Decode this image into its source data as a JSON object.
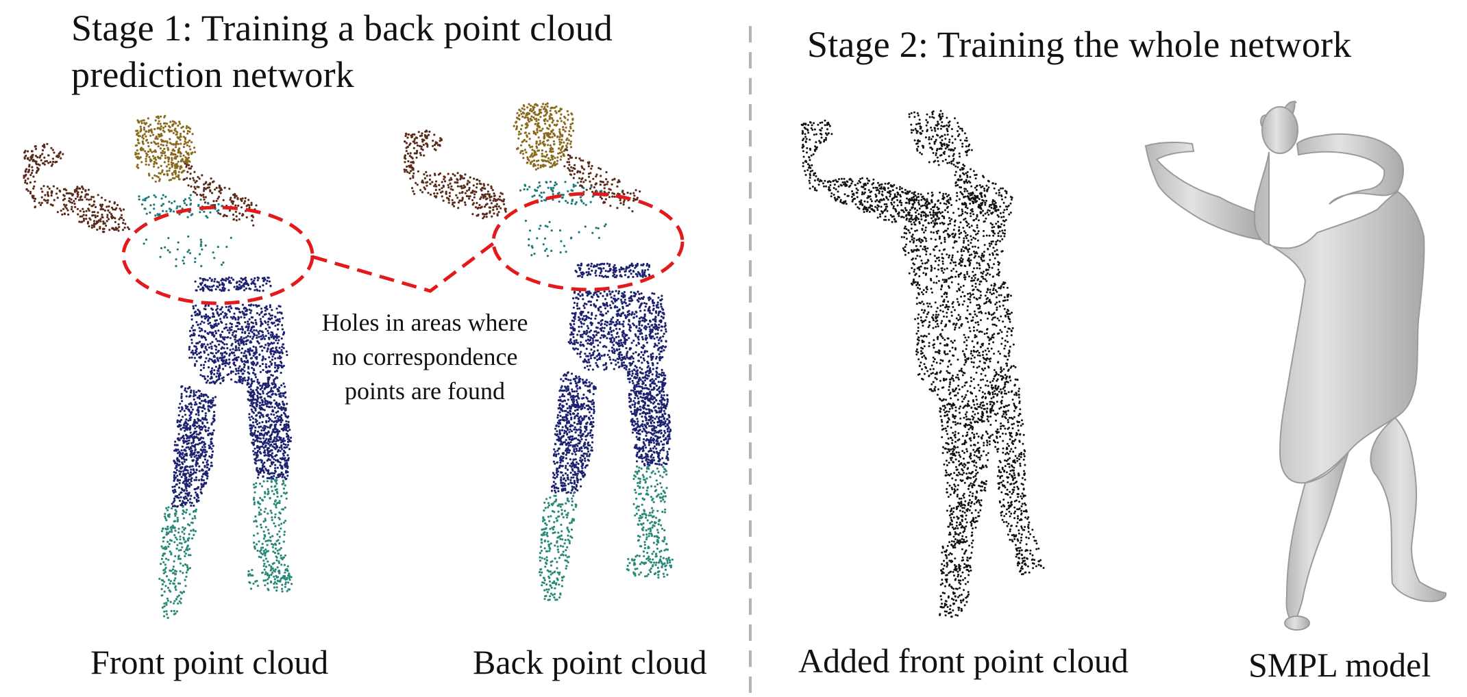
{
  "stage1": {
    "title_line1": "Stage 1: Training  a back point  cloud",
    "title_line2": "prediction network"
  },
  "stage2": {
    "title": "Stage 2: Training  the whole network"
  },
  "captions": {
    "front": "Front point cloud",
    "back": "Back point cloud",
    "added_front": "Added  front point cloud",
    "smpl": "SMPL  model"
  },
  "annotation": {
    "line1": "Holes in areas where",
    "line2": "no correspondence",
    "line3": "points are found"
  },
  "colors": {
    "divider": "#b4b4b4",
    "highlight": "#e31a1c",
    "head": "#8a6a1e",
    "arm": "#5a2a1a",
    "torso": "#1e7a7a",
    "legs": "#1c2270",
    "feet": "#2a8a7a",
    "black_points": "#111111",
    "mesh": "#cfcfcf",
    "mesh_edge": "#9a9a9a"
  }
}
